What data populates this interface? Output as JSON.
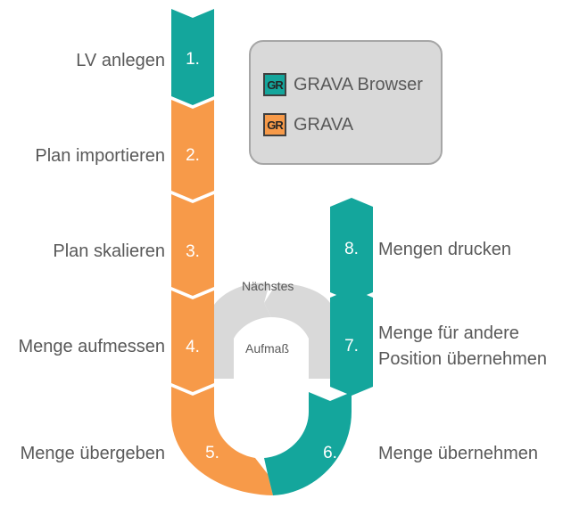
{
  "colors": {
    "teal": "#14a69c",
    "orange": "#f79a49",
    "gray": "#d9d9d9"
  },
  "steps": [
    {
      "num": "1.",
      "label": "LV anlegen",
      "app": "GRAVA Browser"
    },
    {
      "num": "2.",
      "label": "Plan importieren",
      "app": "GRAVA"
    },
    {
      "num": "3.",
      "label": "Plan skalieren",
      "app": "GRAVA"
    },
    {
      "num": "4.",
      "label": "Menge aufmessen",
      "app": "GRAVA"
    },
    {
      "num": "5.",
      "label": "Menge übergeben",
      "app": "GRAVA"
    },
    {
      "num": "6.",
      "label": "Menge übernehmen",
      "app": "GRAVA Browser"
    },
    {
      "num": "7.",
      "label": "Menge für andere Position übernehmen",
      "app": "GRAVA Browser"
    },
    {
      "num": "8.",
      "label": "Mengen drucken",
      "app": "GRAVA Browser"
    }
  ],
  "step7_lines": [
    "Menge für andere",
    "Position übernehmen"
  ],
  "cycle": {
    "top": "Nächstes",
    "bottom": "Aufmaß"
  },
  "legend": [
    {
      "icon_text": "GR",
      "label": "GRAVA Browser",
      "color": "#14a69c"
    },
    {
      "icon_text": "GR",
      "label": "GRAVA",
      "color": "#f79a49"
    }
  ]
}
